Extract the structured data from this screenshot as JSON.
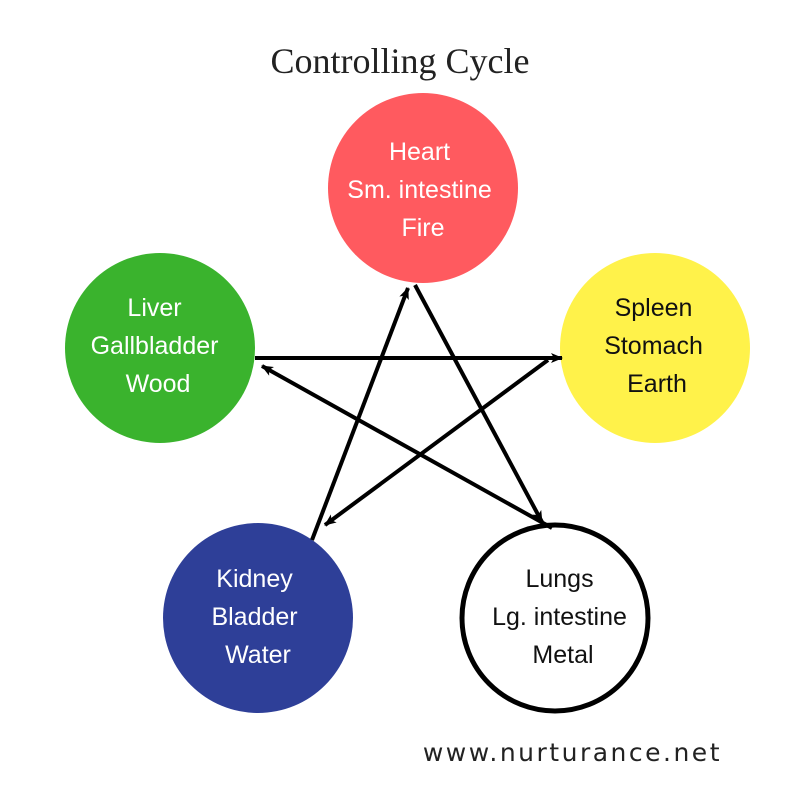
{
  "title": "Controlling Cycle",
  "nodes": {
    "fire": {
      "lines": [
        "Heart",
        "Sm. intestine",
        "Fire"
      ],
      "fill": "#ff5a5f",
      "stroke": "none",
      "text_color": "#ffffff"
    },
    "earth": {
      "lines": [
        "Spleen",
        "Stomach",
        "Earth"
      ],
      "fill": "#fff24a",
      "stroke": "none",
      "text_color": "#111111"
    },
    "metal": {
      "lines": [
        "Lungs",
        "Lg. intestine",
        "Metal"
      ],
      "fill": "#ffffff",
      "stroke": "#000000",
      "text_color": "#111111"
    },
    "water": {
      "lines": [
        "Kidney",
        "Bladder",
        "Water"
      ],
      "fill": "#2e3f98",
      "stroke": "none",
      "text_color": "#ffffff"
    },
    "wood": {
      "lines": [
        "Liver",
        "Gallbladder",
        "Wood"
      ],
      "fill": "#3ab32d",
      "stroke": "none",
      "text_color": "#ffffff"
    }
  },
  "footer": "www.nurturance.net"
}
